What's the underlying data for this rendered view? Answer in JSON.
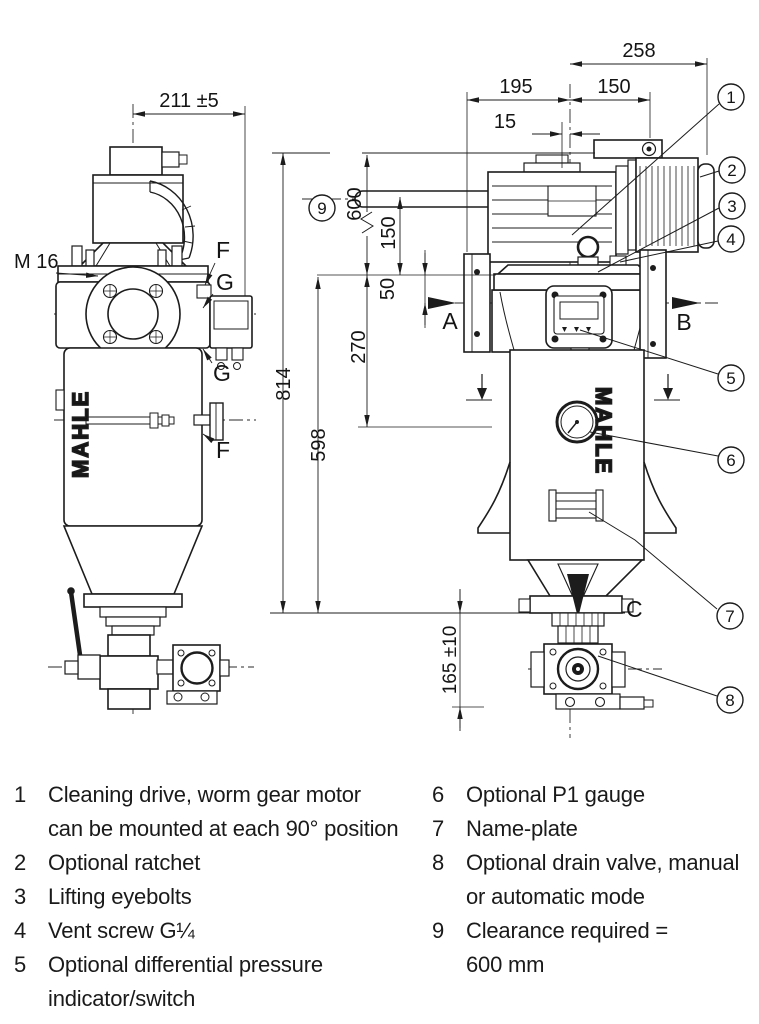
{
  "drawing": {
    "dims": {
      "d211": "211 ±5",
      "d258": "258",
      "d195": "195",
      "d150_top": "150",
      "d15": "15",
      "d600": "600",
      "d150_side": "150",
      "d50": "50",
      "d270": "270",
      "d814": "814",
      "d598": "598",
      "d165": "165 ±10"
    },
    "labels": {
      "m16": "M 16",
      "f_top": "F",
      "g_top": "G",
      "g_mid": "G",
      "f_bottom": "F",
      "a": "A",
      "b": "B",
      "c": "C"
    },
    "brand_left": "MAHLE",
    "brand_right": "MAHLE",
    "callouts": [
      "1",
      "2",
      "3",
      "4",
      "5",
      "6",
      "7",
      "8",
      "9"
    ]
  },
  "legend": {
    "items": [
      {
        "num": "1",
        "line1": "Cleaning drive, worm gear motor",
        "line2": "can be mounted at each 90° position"
      },
      {
        "num": "2",
        "line1": "Optional ratchet"
      },
      {
        "num": "3",
        "line1": "Lifting eyebolts"
      },
      {
        "num": "4",
        "line1": "Vent screw G¼"
      },
      {
        "num": "5",
        "line1": "Optional differential pressure",
        "line2": "indicator/switch"
      },
      {
        "num": "6",
        "line1": "Optional P1 gauge"
      },
      {
        "num": "7",
        "line1": "Name-plate"
      },
      {
        "num": "8",
        "line1": "Optional drain valve, manual",
        "line2": "or automatic mode"
      },
      {
        "num": "9",
        "line1": "Clearance required =",
        "line2": "600 mm"
      }
    ]
  }
}
